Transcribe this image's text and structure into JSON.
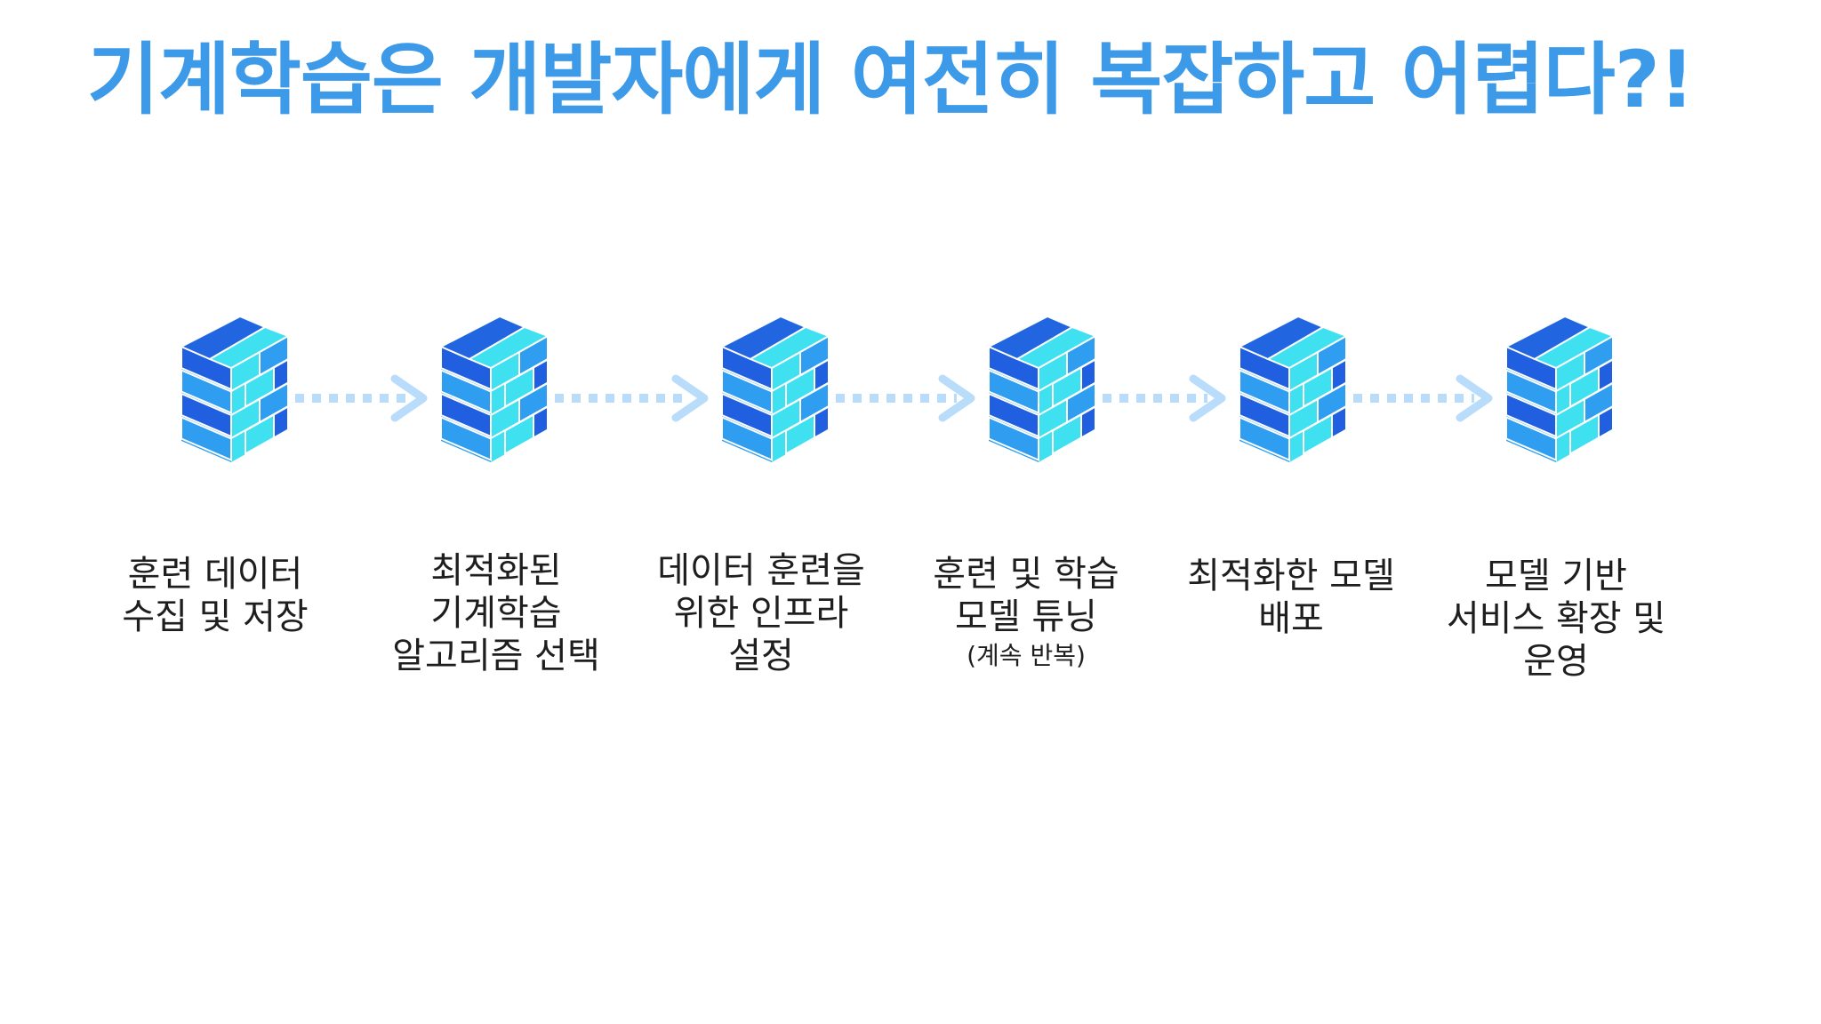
{
  "title": "기계학습은 개발자에게 여전히 복잡하고 어렵다?!",
  "steps": [
    {
      "icon": "brick-wall-icon",
      "lines": [
        "훈련 데이터",
        "수집 및 저장"
      ],
      "note": ""
    },
    {
      "icon": "brick-wall-icon",
      "lines": [
        "최적화된",
        "기계학습",
        "알고리즘 선택"
      ],
      "note": ""
    },
    {
      "icon": "brick-wall-icon",
      "lines": [
        "데이터 훈련을",
        "위한 인프라",
        "설정"
      ],
      "note": ""
    },
    {
      "icon": "brick-wall-icon",
      "lines": [
        "훈련 및 학습",
        "모델 튜닝"
      ],
      "note": "(계속 반복)"
    },
    {
      "icon": "brick-wall-icon",
      "lines": [
        "최적화한 모델",
        "배포"
      ],
      "note": ""
    },
    {
      "icon": "brick-wall-icon",
      "lines": [
        "모델 기반",
        "서비스 확장 및",
        "운영"
      ],
      "note": ""
    }
  ],
  "colors": {
    "title": "#3d9ae8",
    "brick_dark": "#1f5fe0",
    "brick_mid": "#2f9df0",
    "brick_light": "#3fe0f0",
    "arrow": "#b9dcfb"
  }
}
